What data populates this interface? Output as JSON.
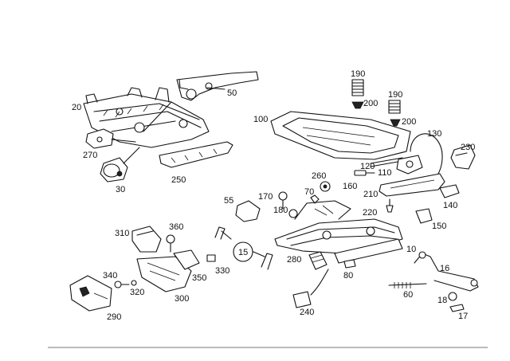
{
  "diagram": {
    "labels": [
      "20",
      "50",
      "270",
      "30",
      "250",
      "100",
      "190",
      "200",
      "190",
      "200",
      "130",
      "230",
      "120",
      "110",
      "260",
      "160",
      "170",
      "70",
      "180",
      "210",
      "55",
      "220",
      "140",
      "150",
      "310",
      "360",
      "15",
      "280",
      "10",
      "340",
      "350",
      "330",
      "16",
      "80",
      "320",
      "300",
      "60",
      "290",
      "240",
      "18",
      "17"
    ],
    "footer_rule": true
  },
  "colors": {
    "line": "#111111",
    "background": "#ffffff",
    "rule": "#777777"
  }
}
